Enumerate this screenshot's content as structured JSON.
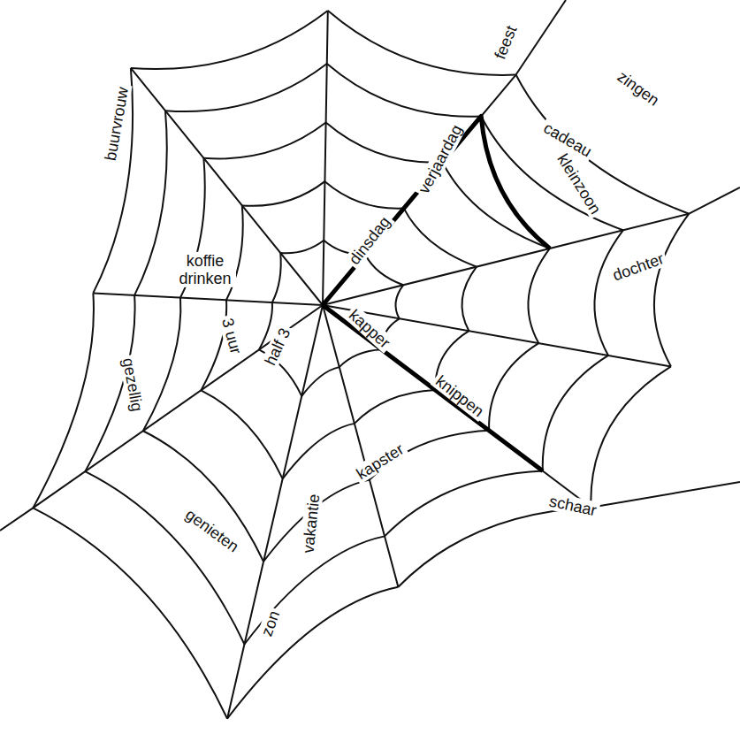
{
  "diagram": {
    "labels": [
      "feest",
      "zingen",
      "cadeau",
      "kleinzoon",
      "verjaardag",
      "dinsdag",
      "buurvrouw",
      "koffie drinken",
      "dochter",
      "kapper",
      "knippen",
      "half 3",
      "3 uur",
      "gezellig",
      "kapster",
      "vakantie",
      "genieten",
      "schaar",
      "zon"
    ]
  }
}
